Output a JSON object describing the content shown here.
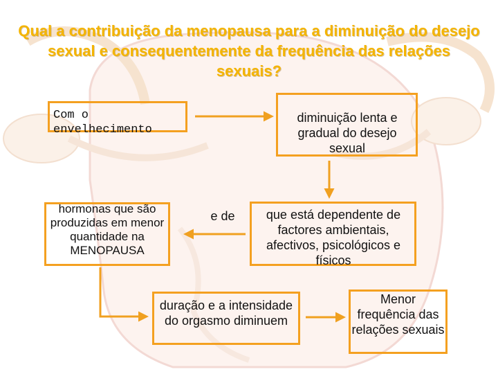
{
  "title": "Qual a contribuição da menopausa para a diminuição do desejo sexual e consequentemente da frequência das relações sexuais?",
  "nodes": {
    "envelhecimento": "Com o envelhecimento",
    "diminuicao": "diminuição lenta e gradual do desejo sexual",
    "dependente": "que está dependente de factores ambientais, afectivos, psicológicos e físicos",
    "e_de": "e de",
    "hormonas": "hormonas que são produzidas em menor quantidade na MENOPAUSA",
    "duracao": "duração e a intensidade do orgasmo diminuem",
    "frequencia": "Menor frequência das relações sexuais"
  },
  "colors": {
    "title": "#f4b400",
    "box_border": "#f4a020",
    "arrow": "#f0a020"
  }
}
